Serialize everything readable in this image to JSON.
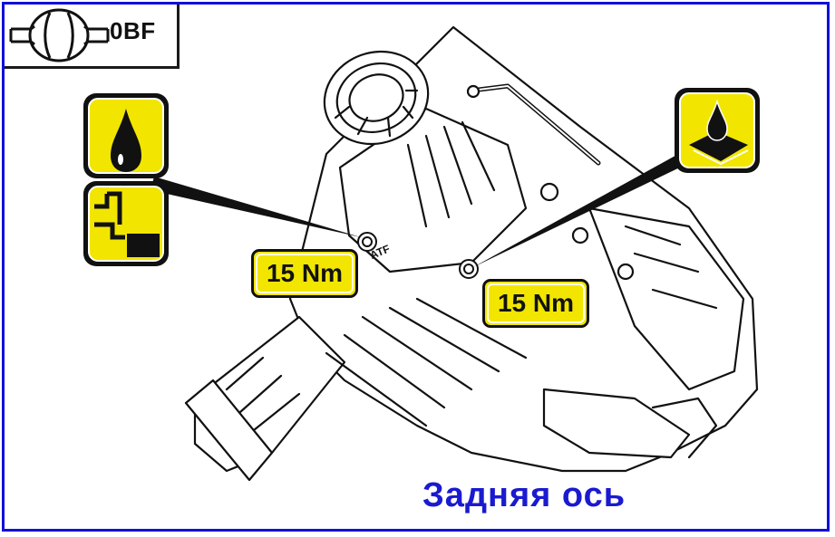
{
  "engine_code": {
    "label": "0BF",
    "icon": "axle-icon"
  },
  "fill_icon": "oil-drop-icon",
  "level_icon": "oil-level-icon",
  "drain_icon": "drain-plug-icon",
  "torque_labels": {
    "fill_plug": "15 Nm",
    "drain_plug": "15 Nm"
  },
  "housing_marking": "ATF",
  "caption": "Задняя  ось",
  "colors": {
    "frame": "#1010d8",
    "badge_fill": "#f2e600",
    "caption": "#1a1ad0",
    "line": "#111111"
  }
}
